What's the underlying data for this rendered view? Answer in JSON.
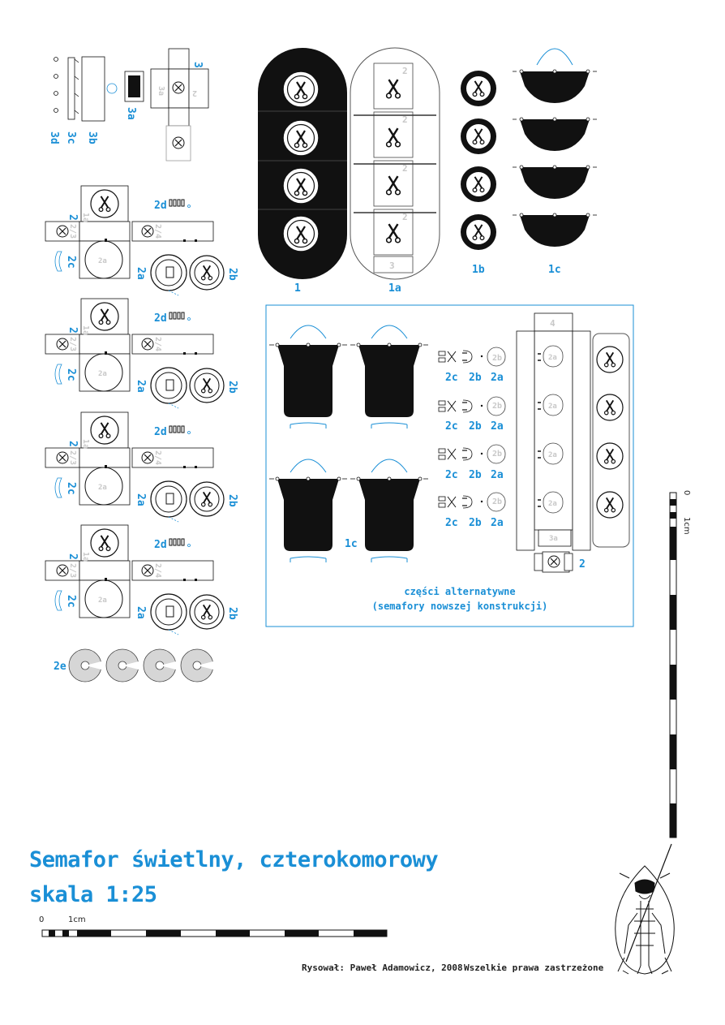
{
  "sheet": {
    "title_line1": "Semafor świetlny, czterokomorowy",
    "title_line2": "skala 1:25",
    "credits_author": "Rysował: Paweł Adamowicz, 2008",
    "credits_rights": "Wszelkie prawa zastrzeżone",
    "scale_zero": "0",
    "scale_unit": "1cm",
    "alt_caption_line1": "części alternatywne",
    "alt_caption_line2": "(semafory nowszej konstrukcji)",
    "accent_color": "#1a8fd6",
    "part_labels": {
      "p1": "1",
      "p1a": "1a",
      "p1b": "1b",
      "p1c": "1c",
      "p2": "2",
      "p2a": "2a",
      "p2b": "2b",
      "p2c": "2c",
      "p2d": "2d",
      "p2e": "2e",
      "p2_3": "2/3",
      "p2_4": "2/4",
      "p3": "3",
      "p3a": "3a",
      "p3b": "3b",
      "p3c": "3c",
      "p3d": "3d",
      "p4": "4"
    },
    "icons": [
      "scissors-icon",
      "cross-icon",
      "mascot-figure"
    ]
  }
}
